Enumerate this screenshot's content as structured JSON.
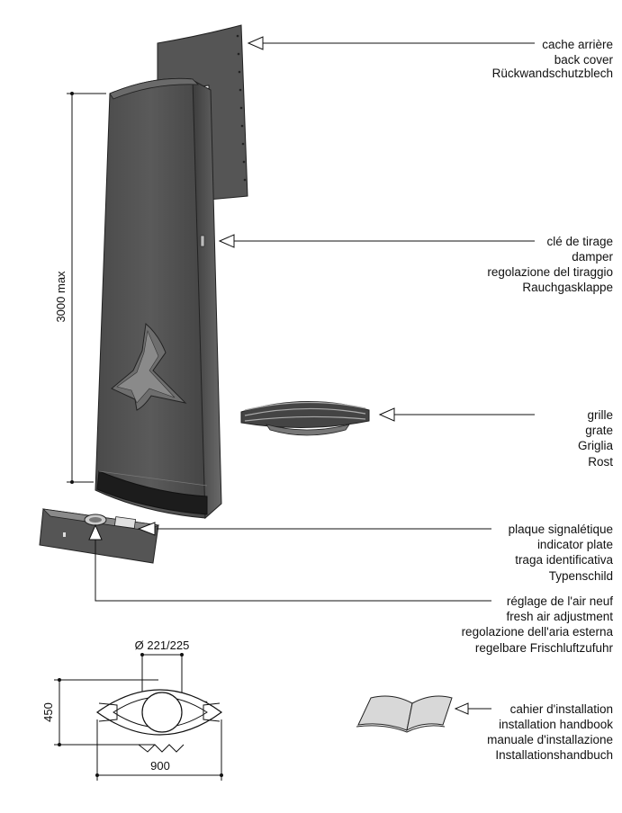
{
  "callouts": {
    "back_cover": [
      "cache arrière",
      "back cover",
      "Rückwandschutzblech"
    ],
    "damper": [
      "clé de tirage",
      "damper",
      "regolazione del tiraggio",
      "Rauchgasklappe"
    ],
    "grate": [
      "grille",
      "grate",
      "Griglia",
      "Rost"
    ],
    "indicator_plate": [
      "plaque signalétique",
      "indicator plate",
      "traga identificativa",
      "Typenschild"
    ],
    "fresh_air": [
      "réglage de l'air neuf",
      "fresh air adjustment",
      "regolazione dell'aria esterna",
      "regelbare Frischluftzufuhr"
    ],
    "handbook": [
      "cahier d'installation",
      "installation handbook",
      "manuale d'installazione",
      "Installationshandbuch"
    ]
  },
  "dimensions": {
    "height": "3000 max",
    "flue_diameter": "Ø 221/225",
    "depth": "450",
    "width": "900"
  }
}
